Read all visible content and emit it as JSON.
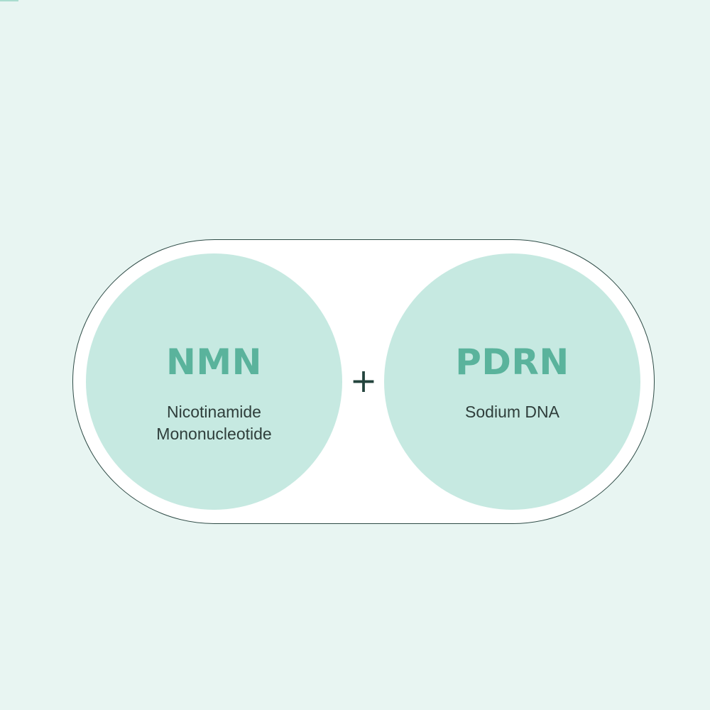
{
  "components": [
    {
      "acronym": "NMN",
      "full_name": "Nicotinamide\nMononucleotide"
    },
    {
      "acronym": "PDRN",
      "full_name": "Sodium DNA"
    }
  ],
  "operator": "+",
  "colors": {
    "background": "#e8f5f2",
    "pill_fill": "#ffffff",
    "pill_border": "#2d4a45",
    "circle_fill": "#c6e9e1",
    "acronym_text": "#5ab39c",
    "name_text": "#2f3e3b",
    "operator_text": "#23443d"
  }
}
